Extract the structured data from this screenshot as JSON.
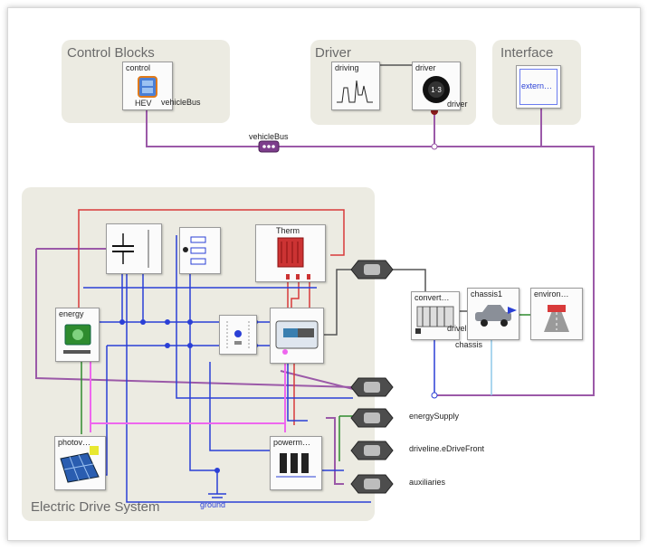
{
  "groups": {
    "control_blocks": "Control Blocks",
    "driver": "Driver",
    "interface": "Interface",
    "electric_drive_system": "Electric Drive System"
  },
  "blocks": {
    "control": "control",
    "hev": "HEV",
    "driving": "driving",
    "driver": "driver",
    "external": "extern…",
    "energy": "energy",
    "photovoltaic": "photov…",
    "powertrain": "powerm…",
    "converter": "convert…",
    "chassis": "chassis1",
    "environment": "environ…",
    "therm": "Therm"
  },
  "labels": {
    "vehicle_bus_control": "vehicleBus",
    "vehicle_bus_mid": "vehicleBus",
    "driver_port": "driver",
    "driveline": "driveline",
    "chassis_port": "chassis",
    "energy_supply": "energySupply",
    "drive_front": "driveline.eDriveFront",
    "auxiliaries": "auxiliaries",
    "ground": "ground"
  },
  "colors": {
    "bus": "#9b59a8",
    "electric_blue": "#2a3fd6",
    "thermal_red": "#d83a3a",
    "pink": "#ee66ee",
    "green": "#2e8b2e",
    "light_blue": "#8fc8e8",
    "dark_grey": "#555555",
    "group_bg": "#ecebe2"
  }
}
